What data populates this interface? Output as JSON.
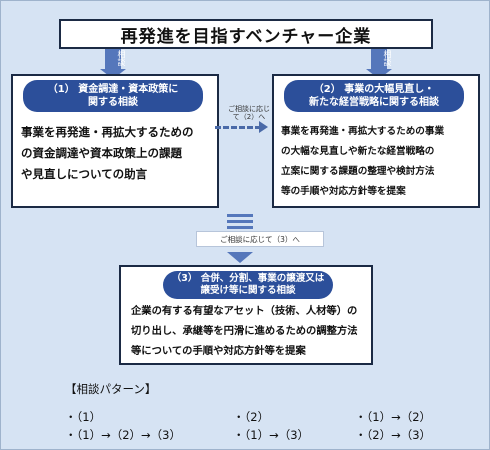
{
  "title": "再発進を目指すベンチャー企業",
  "arrow_label": "相談",
  "sections": [
    {
      "header_lines": [
        "（1） 資金調達・資本政策に",
        "関する相談"
      ],
      "body_lines": [
        "事業を再発進・再拡大するための",
        "の資金調達や資本政策上の課題",
        "や見直しについての助言"
      ]
    },
    {
      "header_lines": [
        "（2） 事業の大幅見直し・",
        "新たな経営戦略に関する相談"
      ],
      "body_lines": [
        "事業を再発進・再拡大するための事業",
        "の大幅な見直しや新たな経営戦略の",
        "立案に関する課題の整理や検討方法",
        "等の手順や対応方針等を提案"
      ]
    },
    {
      "header_lines": [
        "（3） 合併、分割、事業の譲渡又は",
        "譲受け等に関する相談"
      ],
      "body_lines": [
        "企業の有する有望なアセット（技術、人材等）の",
        "切り出し、承継等を円滑に進めるための調整方法",
        "等についての手順や対応方針等を提案"
      ]
    }
  ],
  "connector_1_to_2": [
    "ご相談に応じ",
    "て（2）へ"
  ],
  "connector_to_3": "ご相談に応じて（3）へ",
  "patterns": {
    "title": "【相談パターン】",
    "row1": [
      "・（1）",
      "・（2）",
      "・（1）→（2）"
    ],
    "row2": [
      "・（1）→（2）→（3）",
      "・（1）→（3）",
      "・（2）→（3）"
    ]
  },
  "colors": {
    "background": "#d6e3f3",
    "header_fill": "#2c4f9a",
    "arrow_fill": "#5577bb",
    "border": "#1b2a44"
  }
}
